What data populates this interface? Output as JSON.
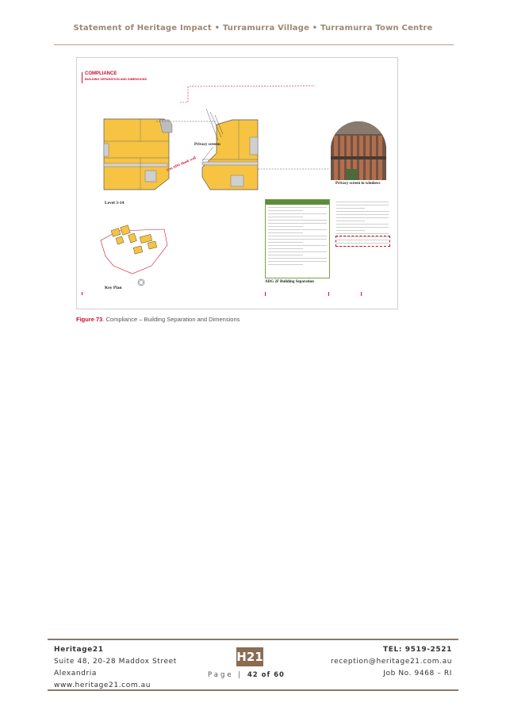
{
  "header": {
    "title": "Statement of Heritage Impact • Turramurra Village • Turramurra Town Centre"
  },
  "figure": {
    "panel_title": "COMPLIANCE",
    "panel_subtitle": "BUILDING SEPARATION AND DIMENSIONS",
    "privacy_label": "Privacy screens",
    "adg_label": "12m ADG blank wall",
    "level_label": "Level 3-14",
    "keyplan_label": "Key Plan",
    "photo_caption": "Privacy screen to windows",
    "adg_caption": "ADG 2F Building Separation",
    "colors": {
      "accent": "#c8102e",
      "building": "#f6c343",
      "table": "#5e8c3a"
    }
  },
  "caption": {
    "label": "Figure 73",
    "text": ". Compliance – Building Separation and Dimensions"
  },
  "footer": {
    "org": "Heritage21",
    "address1": "Suite 48, 20-28 Maddox Street",
    "address2": "Alexandria",
    "web": "www.heritage21.com.au",
    "logo": "H21",
    "page_label": "Page",
    "page_number": "42 of 60",
    "tel": "TEL: 9519-2521",
    "email": "reception@heritage21.com.au",
    "job": "Job No. 9468 – RI"
  }
}
